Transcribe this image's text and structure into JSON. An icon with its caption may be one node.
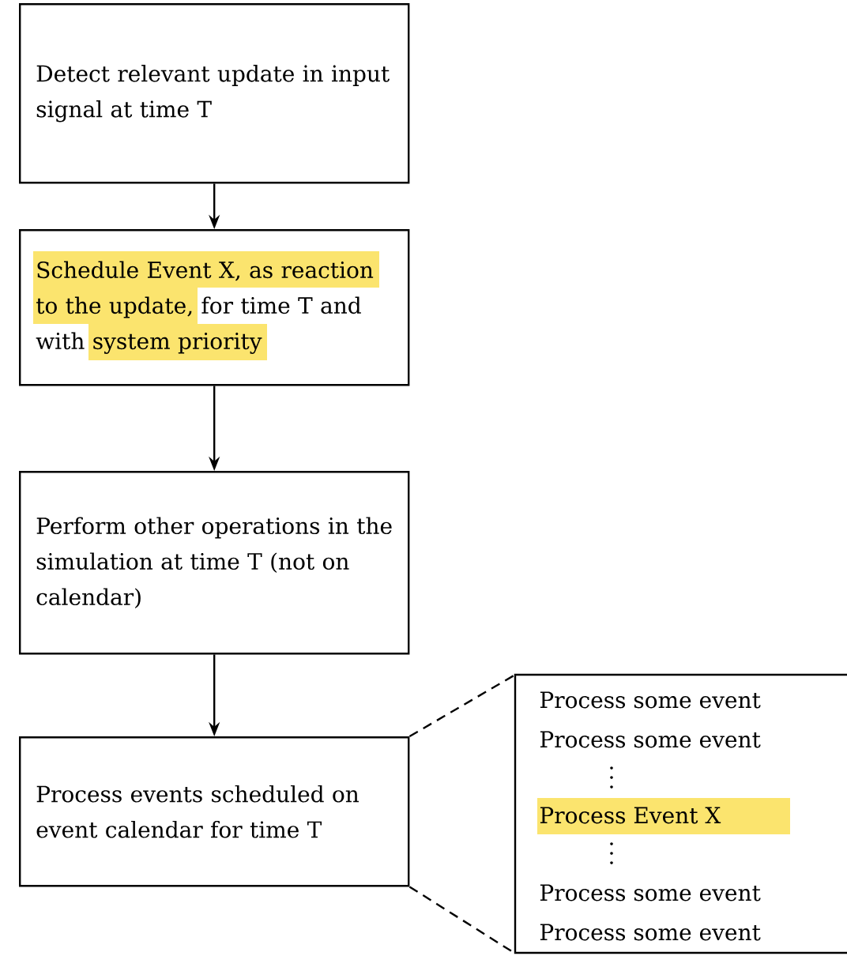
{
  "diagram": {
    "nodes": [
      {
        "text": [
          "Detect relevant update in input signal at time T"
        ]
      },
      {
        "text": [
          "Schedule Event X, as reaction to the update, for time T and with system priority"
        ]
      },
      {
        "text": [
          "Perform other operations in the simulation at time T (not on calendar)"
        ]
      },
      {
        "text": [
          "Process events scheduled on event calendar for time T"
        ]
      },
      {
        "text": [
          "Process some event",
          "Process some event",
          "Process Event X",
          "Process some event",
          "Process some event"
        ]
      }
    ],
    "edges": [
      {
        "from": 0,
        "to": 1,
        "arrow": "to"
      },
      {
        "from": 1,
        "to": 2,
        "arrow": "to"
      },
      {
        "from": 2,
        "to": 3,
        "arrow": "to"
      },
      {
        "from": 3,
        "to": 4,
        "arrow": "none",
        "style": "dashed"
      },
      {
        "from": 3,
        "to": 4,
        "arrow": "none",
        "style": "dashed"
      }
    ]
  }
}
